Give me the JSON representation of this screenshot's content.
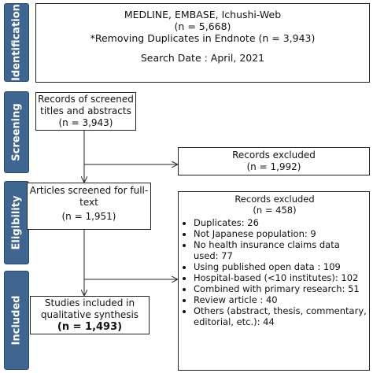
{
  "phases": [
    "Identification",
    "Screening",
    "Eligibility",
    "Included"
  ],
  "identification": {
    "line1": "MEDLINE, EMBASE, Ichushi-Web",
    "line2": "(n = 5,668)",
    "line3": "*Removing Duplicates in Endnote (n = 3,943)",
    "line4": "Search Date : April, 2021"
  },
  "screened": {
    "line1": "Records of screened",
    "line2": "titles and abstracts",
    "line3": "(n = 3,943)"
  },
  "excluded1": {
    "line1": "Records excluded",
    "line2": "(n = 1,992)"
  },
  "fulltext": {
    "line1": "Articles screened for full-",
    "line2": "text",
    "line3": "(n = 1,951)"
  },
  "excluded2": {
    "title": "Records excluded",
    "count": "(n = 458)",
    "items": [
      "Duplicates: 26",
      "Not Japanese population: 9",
      "No health insurance claims data used: 77",
      "Using published open data : 109",
      "Hospital-based (<10 institutes): 102",
      "Combined with primary research: 51",
      "Review article : 40",
      "Others (abstract, thesis, commentary, editorial, etc.): 44"
    ]
  },
  "included": {
    "line1": "Studies included in",
    "line2": "qualitative synthesis",
    "line3": "(n = 1,493)"
  },
  "colors": {
    "phase_bg": "#3f6690",
    "phase_text": "#ffffff",
    "box_border": "#222222"
  }
}
